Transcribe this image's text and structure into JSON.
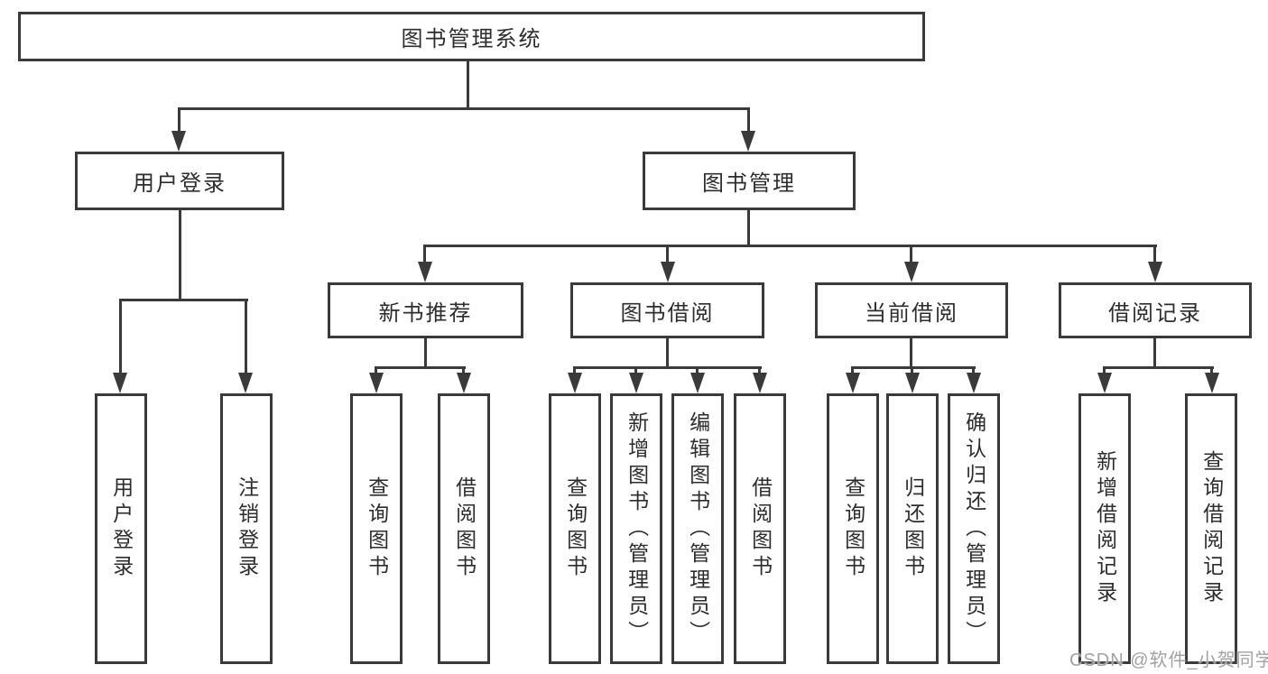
{
  "tree": {
    "root_label": "图书管理系统",
    "level2": [
      {
        "label": "用户登录",
        "children": [
          {
            "label": "用户登录"
          },
          {
            "label": "注销登录"
          }
        ]
      },
      {
        "label": "图书管理",
        "children": [
          {
            "label": "新书推荐",
            "children": [
              {
                "label": "查询图书"
              },
              {
                "label": "借阅图书"
              }
            ]
          },
          {
            "label": "图书借阅",
            "children": [
              {
                "label": "查询图书"
              },
              {
                "label": "新增图书（管理员）"
              },
              {
                "label": "编辑图书（管理员）"
              },
              {
                "label": "借阅图书"
              }
            ]
          },
          {
            "label": "当前借阅",
            "children": [
              {
                "label": "查询图书"
              },
              {
                "label": "归还图书"
              },
              {
                "label": "确认归还（管理员）"
              }
            ]
          },
          {
            "label": "借阅记录",
            "children": [
              {
                "label": "新增借阅记录"
              },
              {
                "label": "查询借阅记录"
              }
            ]
          }
        ]
      }
    ]
  },
  "watermark": {
    "text": "CSDN @软件_小贺同学"
  },
  "colors": {
    "line": "#3a3a3a",
    "text": "#2d2d2d",
    "background": "#ffffff",
    "watermark": "#a2a2a2"
  }
}
